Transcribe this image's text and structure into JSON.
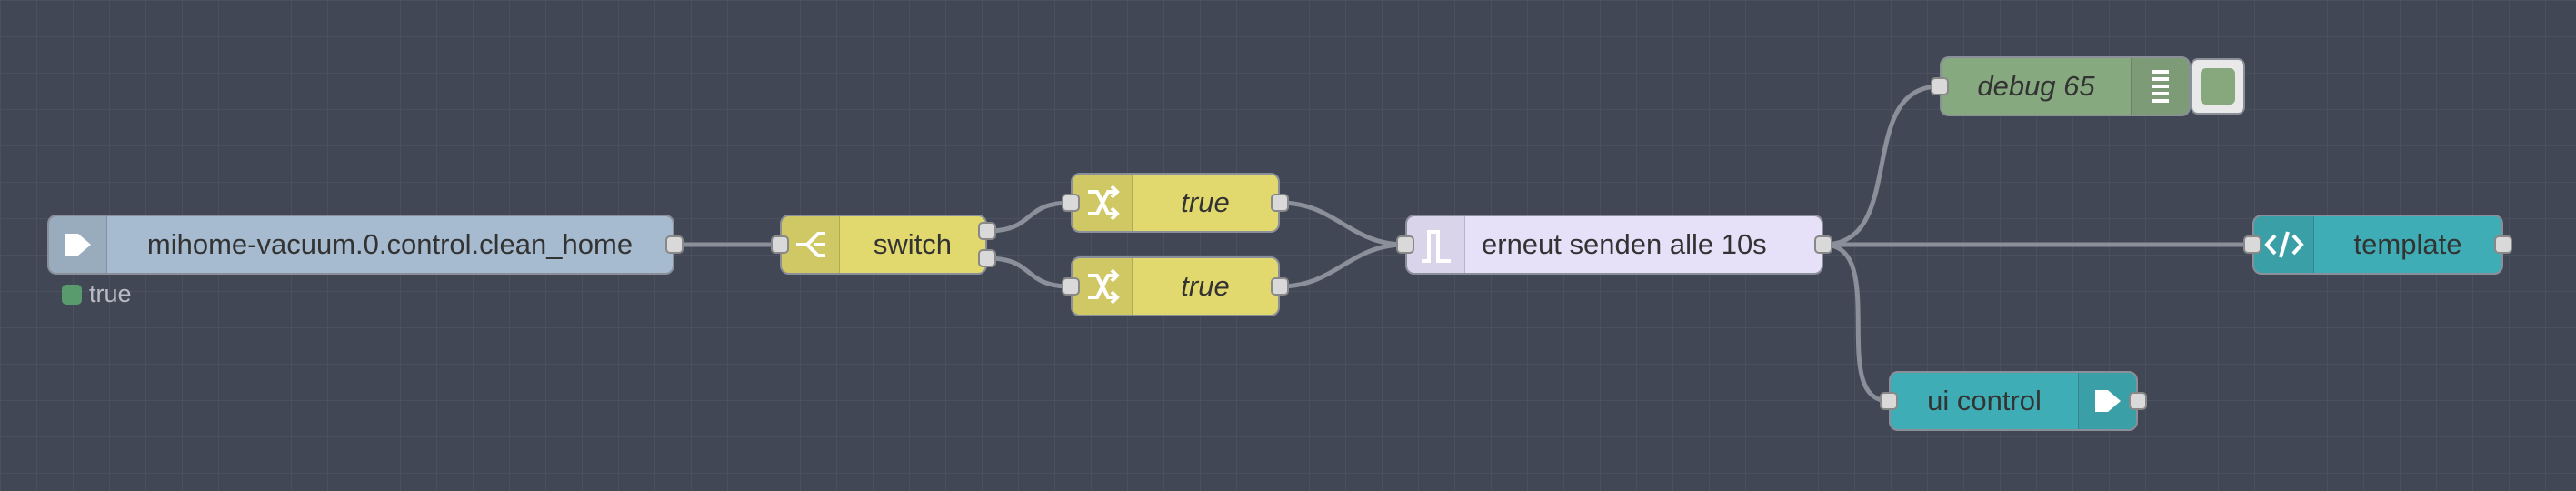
{
  "colors": {
    "workspace_bg": "#414755",
    "grid_line": "#4a505e",
    "wire": "#8a8f99",
    "inject_node": "#a6bbcf",
    "switch_change_node": "#e2d96e",
    "trigger_node": "#e6e0f8",
    "debug_node": "#87a980",
    "dashboard_node": "#3fadb5"
  },
  "nodes": {
    "inject": {
      "label": "mihome-vacuum.0.control.clean_home",
      "icon": "arrow-right-icon",
      "status_text": "true",
      "status_color": "#5a9b6e"
    },
    "switch": {
      "label": "switch",
      "icon": "switch-icon"
    },
    "change_top": {
      "label": "true",
      "icon": "shuffle-icon"
    },
    "change_bottom": {
      "label": "true",
      "icon": "shuffle-icon"
    },
    "trigger": {
      "label": "erneut senden alle 10s",
      "icon": "pulse-icon"
    },
    "debug": {
      "label": "debug 65",
      "icon": "list-icon"
    },
    "template": {
      "label": "template",
      "icon": "code-icon"
    },
    "ui_control": {
      "label": "ui control",
      "icon": "arrow-right-icon"
    }
  }
}
